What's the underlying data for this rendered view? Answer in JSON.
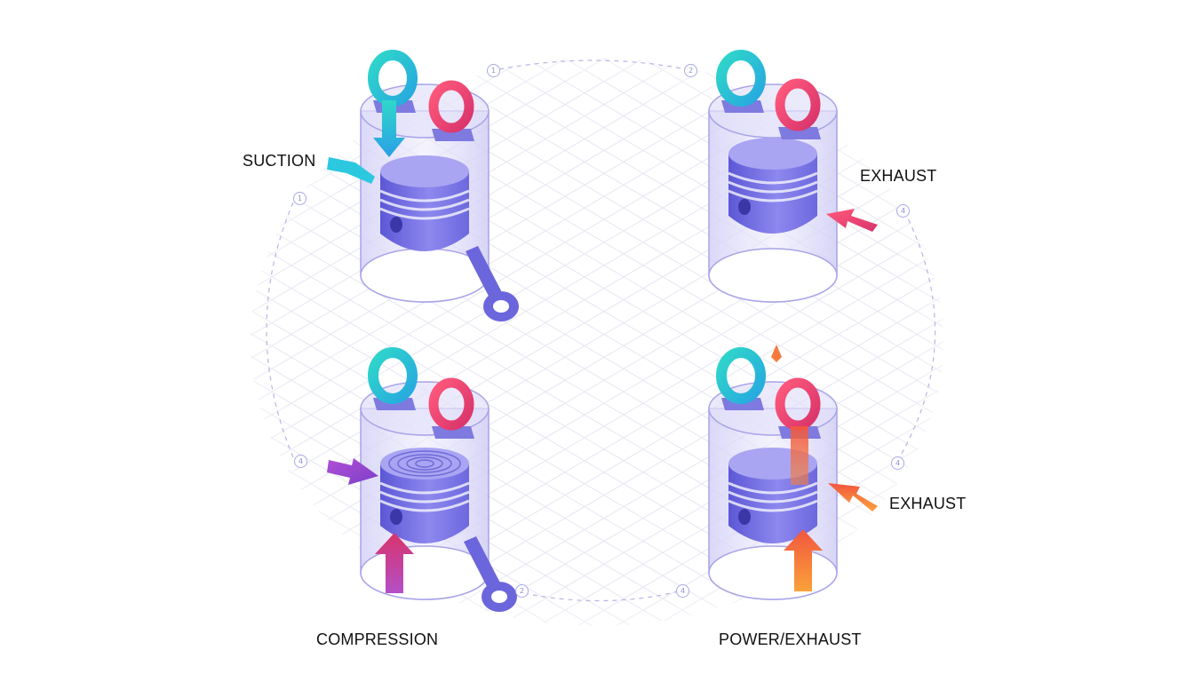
{
  "labels": {
    "suction": "SUCTION",
    "exhaust_top": "EXHAUST",
    "exhaust_bottom": "EXHAUST",
    "compression": "COMPRESSION",
    "power_exhaust": "POWER/EXHAUST"
  },
  "markers": {
    "top_left": "1",
    "top_right": "2",
    "left_upper": "1",
    "left_lower": "4",
    "right_upper": "4",
    "right_lower": "4",
    "bottom_left": "2",
    "bottom_right": "4"
  },
  "colors": {
    "cylinder": "#dcdaf7",
    "cylinder_edge": "#a8a3e8",
    "piston": "#7d78e6",
    "intake_valve": "#2ccfc4",
    "exhaust_valve": "#ef3f72",
    "suction_arrow": "#2bc8e0",
    "exhaust_arrow": "#ef3f72",
    "compression_arrow": "#8a4fd0",
    "power_arrow": "#f57a3e"
  }
}
